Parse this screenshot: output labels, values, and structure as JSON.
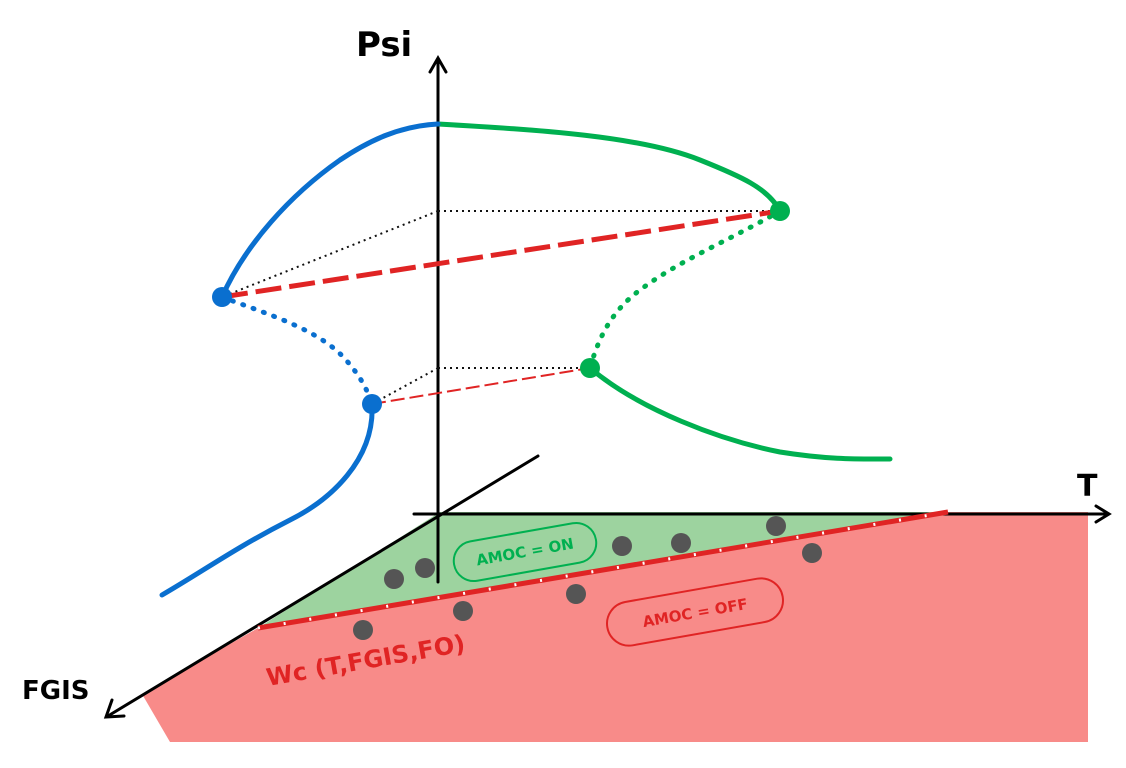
{
  "axes": {
    "y_label": "Psi",
    "x_label": "T",
    "depth_label": "FGIS"
  },
  "regions": {
    "on_label": "AMOC = ON",
    "off_label": "AMOC = OFF"
  },
  "threshold": {
    "label": "Wc (T,FGIS,FO)"
  },
  "colors": {
    "on_branch": "#00b050",
    "off_branch": "#0a6fcf",
    "threshold": "#e02424",
    "on_region": "#9dd39f",
    "off_region": "#f88b89",
    "points": "#555555"
  }
}
